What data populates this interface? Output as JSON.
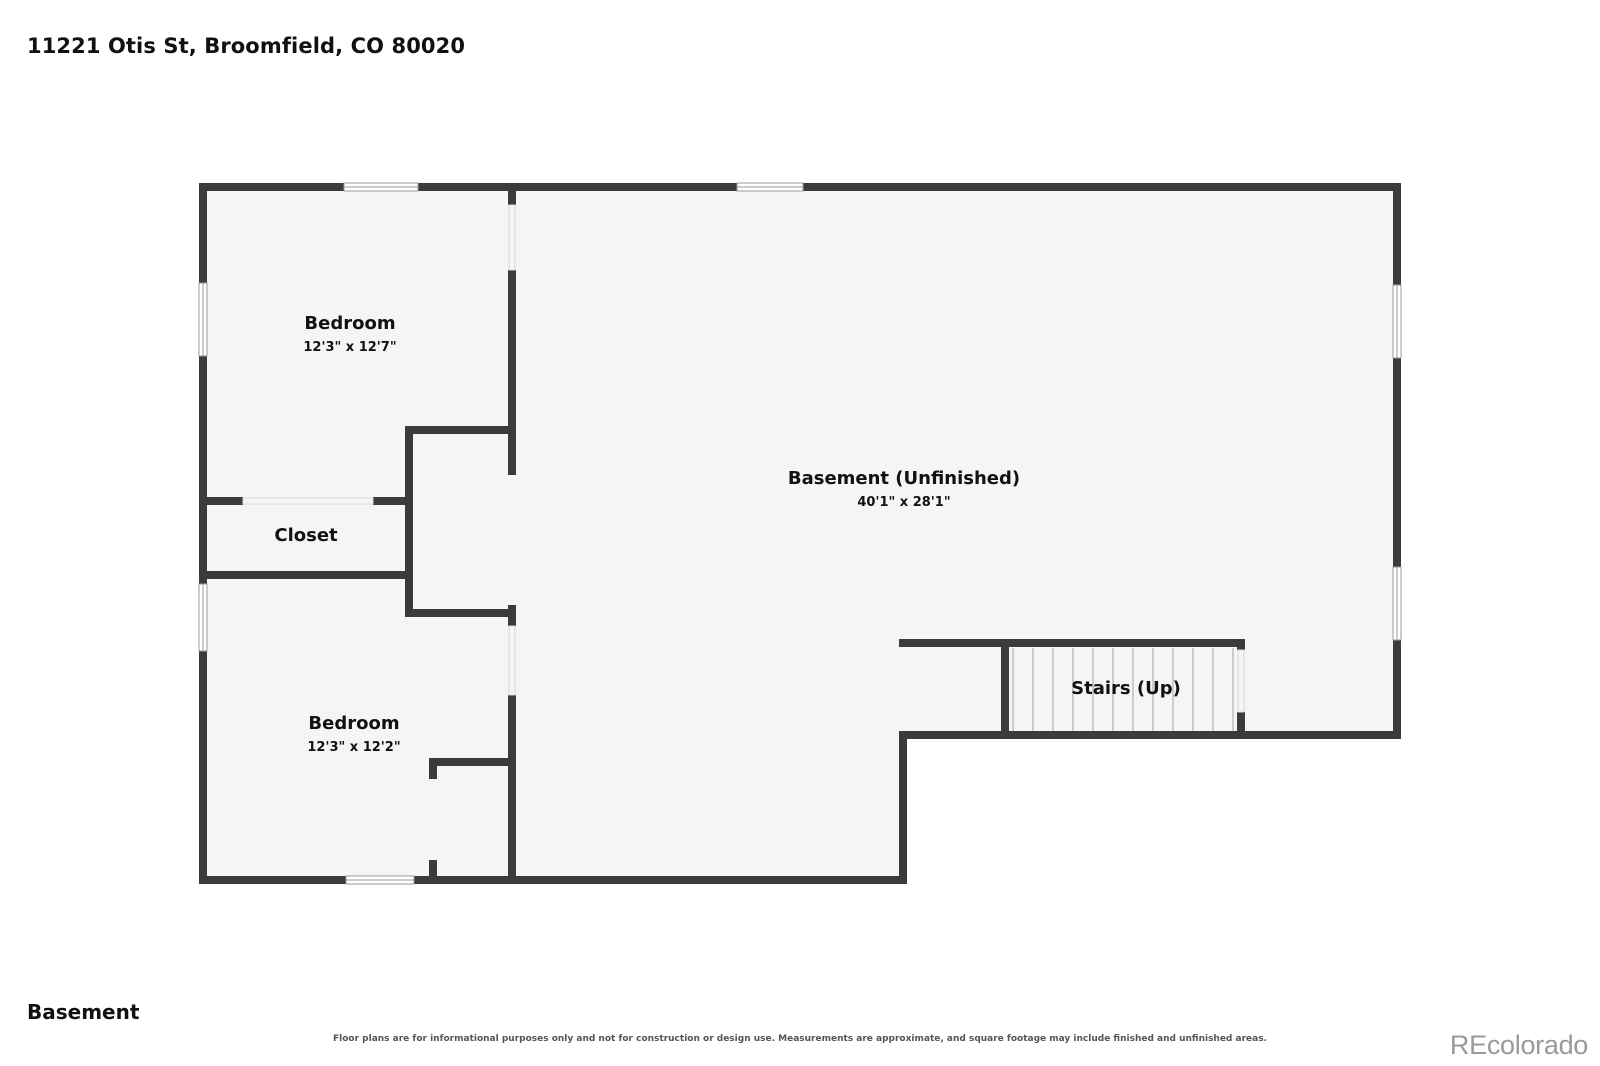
{
  "header": {
    "address": "11221 Otis St, Broomfield, CO 80020"
  },
  "floor": {
    "level_name": "Basement"
  },
  "rooms": [
    {
      "name": "Bedroom",
      "dimensions": "12'3\" x 12'7\""
    },
    {
      "name": "Closet",
      "dimensions": ""
    },
    {
      "name": "Bedroom",
      "dimensions": "12'3\" x 12'2\""
    },
    {
      "name": "Basement (Unfinished)",
      "dimensions": "40'1\" x 28'1\""
    },
    {
      "name": "Stairs (Up)",
      "dimensions": ""
    }
  ],
  "footer": {
    "disclaimer": "Floor plans are for informational purposes only and not for construction or design use. Measurements are approximate, and square footage may include finished and unfinished areas.",
    "brand": "REcolorado"
  },
  "colors": {
    "wall": "#3b3b3b",
    "floor": "#f5f5f5",
    "window": "#d8d8d8"
  }
}
